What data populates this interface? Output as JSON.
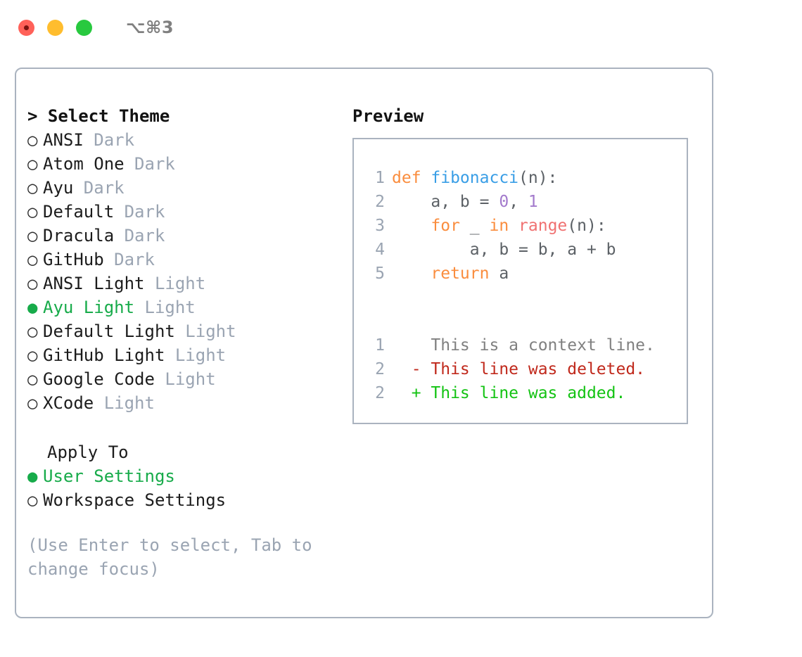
{
  "titlebar": {
    "shortcut": "⌥⌘3",
    "lights": [
      "close",
      "minimize",
      "maximize"
    ]
  },
  "theme_selector": {
    "header": "> Select Theme",
    "selected_bullet": "●",
    "unselected_bullet": "○",
    "accent_color": "#17ab4a",
    "items": [
      {
        "name": "ANSI",
        "category": "Dark",
        "selected": false
      },
      {
        "name": "Atom One",
        "category": "Dark",
        "selected": false
      },
      {
        "name": "Ayu",
        "category": "Dark",
        "selected": false
      },
      {
        "name": "Default",
        "category": "Dark",
        "selected": false
      },
      {
        "name": "Dracula",
        "category": "Dark",
        "selected": false
      },
      {
        "name": "GitHub",
        "category": "Dark",
        "selected": false
      },
      {
        "name": "ANSI Light",
        "category": "Light",
        "selected": false
      },
      {
        "name": "Ayu Light",
        "category": "Light",
        "selected": true
      },
      {
        "name": "Default Light",
        "category": "Light",
        "selected": false
      },
      {
        "name": "GitHub Light",
        "category": "Light",
        "selected": false
      },
      {
        "name": "Google Code",
        "category": "Light",
        "selected": false
      },
      {
        "name": "XCode",
        "category": "Light",
        "selected": false
      }
    ]
  },
  "apply_to": {
    "header": "Apply To",
    "items": [
      {
        "name": "User Settings",
        "selected": true
      },
      {
        "name": "Workspace Settings",
        "selected": false
      }
    ]
  },
  "hint": "(Use Enter to select, Tab to change focus)",
  "preview": {
    "header": "Preview",
    "code_lines": [
      {
        "no": "1",
        "tokens": [
          {
            "t": "def ",
            "c": "kw"
          },
          {
            "t": "fibonacci",
            "c": "fn"
          },
          {
            "t": "(n):",
            "c": "pl"
          }
        ]
      },
      {
        "no": "2",
        "tokens": [
          {
            "t": "    a, b = ",
            "c": "pl"
          },
          {
            "t": "0",
            "c": "num"
          },
          {
            "t": ", ",
            "c": "pl"
          },
          {
            "t": "1",
            "c": "num"
          }
        ]
      },
      {
        "no": "3",
        "tokens": [
          {
            "t": "    for ",
            "c": "kw"
          },
          {
            "t": "_ ",
            "c": "pl"
          },
          {
            "t": "in ",
            "c": "kw"
          },
          {
            "t": "range",
            "c": "bi"
          },
          {
            "t": "(n):",
            "c": "pl"
          }
        ]
      },
      {
        "no": "4",
        "tokens": [
          {
            "t": "        a, b = b, a + b",
            "c": "pl"
          }
        ]
      },
      {
        "no": "5",
        "tokens": [
          {
            "t": "    return ",
            "c": "kw"
          },
          {
            "t": "a",
            "c": "pl"
          }
        ]
      }
    ],
    "diff_lines": [
      {
        "no": "1",
        "marker": "  ",
        "text": "This is a context line.",
        "kind": "ctx"
      },
      {
        "no": "2",
        "marker": "- ",
        "text": "This line was deleted.",
        "kind": "del"
      },
      {
        "no": "2",
        "marker": "+ ",
        "text": "This line was added.",
        "kind": "add"
      }
    ],
    "syntax_colors": {
      "keyword": "#fa8d3e",
      "function": "#399ee6",
      "number": "#a37acc",
      "builtin": "#f07171",
      "plain": "#5c6166",
      "lineno": "#9aa4b2",
      "diff_context": "#808080",
      "diff_deleted": "#c0291c",
      "diff_added": "#13c313"
    }
  }
}
